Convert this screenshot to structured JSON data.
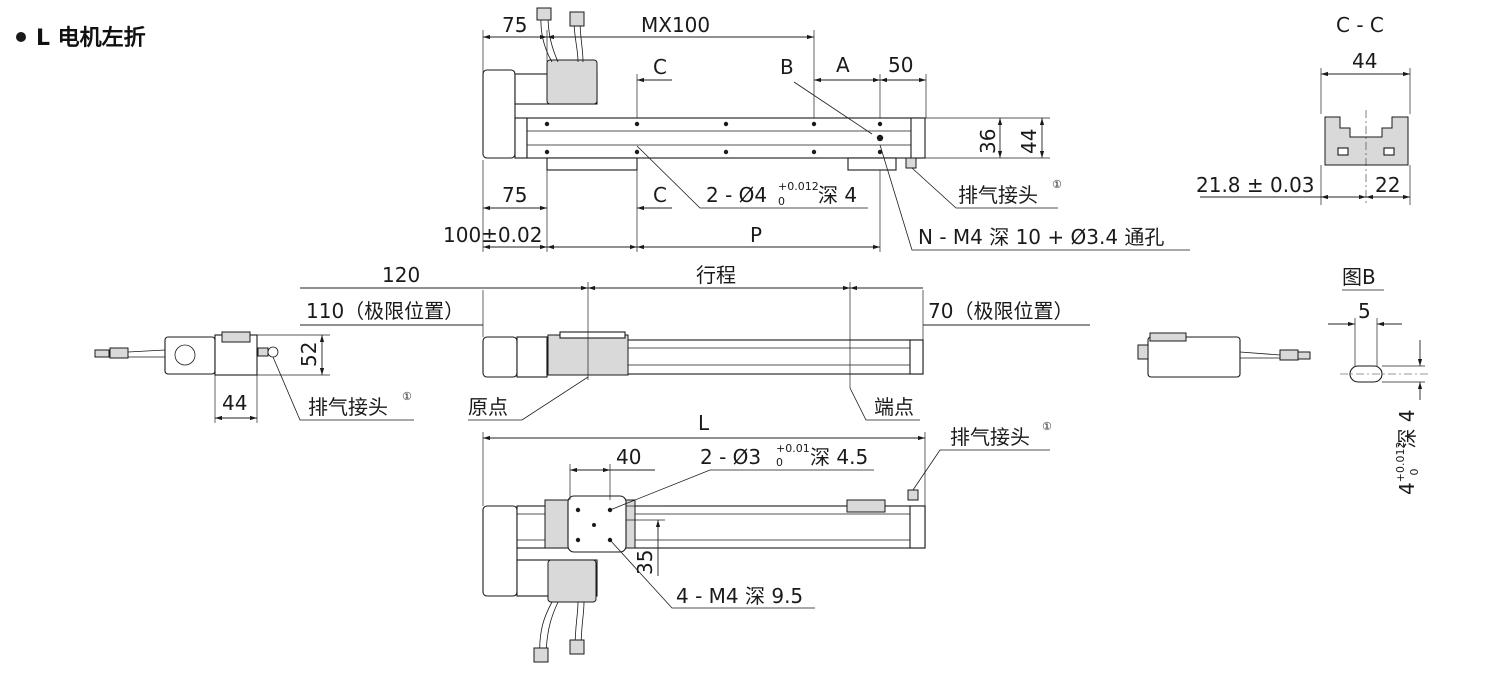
{
  "title": "L 电机左折",
  "top_view": {
    "dim_75_top": "75",
    "dim_mx100": "MX100",
    "label_c_top": "C",
    "label_b": "B",
    "label_a": "A",
    "dim_50": "50",
    "dim_36": "36",
    "dim_44": "44",
    "dim_75_bottom": "75",
    "label_c_bottom": "C",
    "pin_hole_prefix": "2 - Ø4",
    "pin_hole_tol_upper": "+0.012",
    "pin_hole_tol_lower": "0",
    "pin_hole_suffix": "深 4",
    "dim_100": "100±0.02",
    "label_p": "P",
    "exhaust": "排气接头",
    "exhaust_mark": "①",
    "mount_holes": "N - M4 深 10 + Ø3.4 通孔"
  },
  "section_cc": {
    "title": "C - C",
    "dim_44": "44",
    "dim_21_8": "21.8 ± 0.03",
    "dim_22": "22"
  },
  "side_view": {
    "dim_120": "120",
    "stroke": "行程",
    "limit_left": "110（极限位置）",
    "limit_right": "70（极限位置）",
    "origin": "原点",
    "end_point": "端点"
  },
  "end_view": {
    "dim_52": "52",
    "dim_44": "44",
    "exhaust": "排气接头",
    "exhaust_mark": "①"
  },
  "figure_b": {
    "title": "图B",
    "dim_5": "5",
    "depth_prefix": "4",
    "depth_tol_upper": "+0.012",
    "depth_tol_lower": "0",
    "depth_suffix": "深 4"
  },
  "bottom_view": {
    "label_l": "L",
    "dim_40": "40",
    "pin_hole_prefix": "2 - Ø3",
    "pin_hole_tol_upper": "+0.01",
    "pin_hole_tol_lower": "0",
    "pin_hole_suffix": "深 4.5",
    "exhaust": "排气接头",
    "exhaust_mark": "①",
    "dim_35": "35",
    "tapped_holes": "4 - M4 深 9.5"
  }
}
